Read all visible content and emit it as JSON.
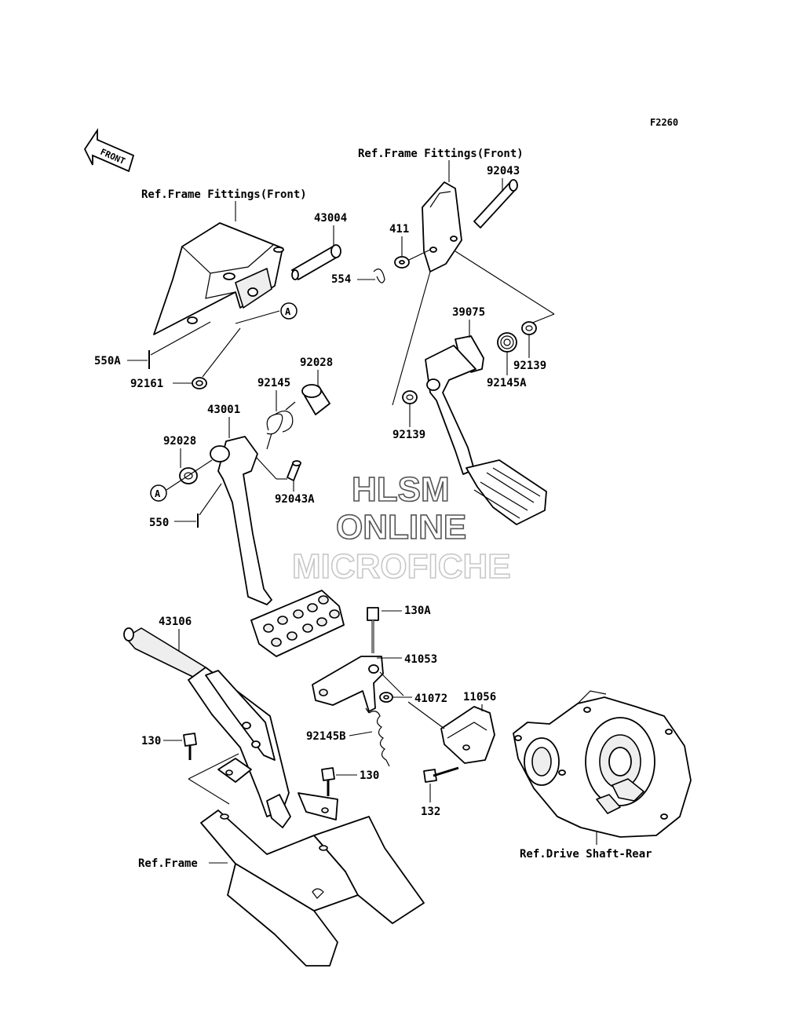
{
  "diagram_code": "F2260",
  "front_arrow": {
    "label": "FRONT",
    "icon": "front-arrow-icon"
  },
  "references": {
    "frame_fittings_left": "Ref.Frame Fittings(Front)",
    "frame_fittings_right": "Ref.Frame Fittings(Front)",
    "frame": "Ref.Frame",
    "drive_shaft": "Ref.Drive Shaft-Rear"
  },
  "callouts": {
    "a1": "A",
    "a2": "A"
  },
  "watermark": {
    "line1": "HLSM",
    "line2": "ONLINE",
    "line3": "MICROFICHE"
  },
  "parts": {
    "p43004": "43004",
    "p554": "554",
    "p411": "411",
    "p92043": "92043",
    "p550A": "550A",
    "p92161": "92161",
    "p39075": "39075",
    "p92139_top": "92139",
    "p92145A": "92145A",
    "p92139_left": "92139",
    "p92028_top": "92028",
    "p92145": "92145",
    "p43001": "43001",
    "p92028_left": "92028",
    "p92043A": "92043A",
    "p550": "550",
    "p130A": "130A",
    "p43106": "43106",
    "p41053": "41053",
    "p41072": "41072",
    "p11056": "11056",
    "p92145B": "92145B",
    "p130_left": "130",
    "p130_mid": "130",
    "p132": "132"
  }
}
